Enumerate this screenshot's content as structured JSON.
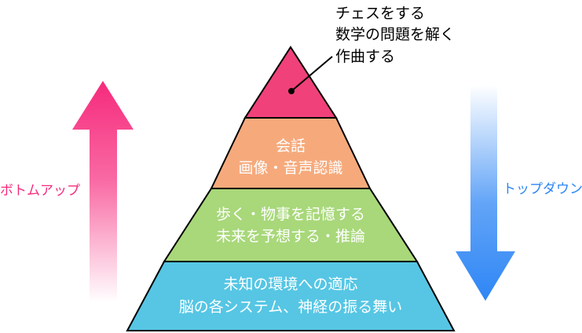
{
  "callout": {
    "lines": [
      "チェスをする",
      "数学の問題を解く",
      "作曲する"
    ]
  },
  "tiers": [
    {
      "lines": [
        "会話",
        "画像・音声認識"
      ],
      "color": "#F6AA7C"
    },
    {
      "lines": [
        "歩く・物事を記憶する",
        "未来を予想する・推論"
      ],
      "color": "#A8D87A"
    },
    {
      "lines": [
        "未知の環境への適応",
        "脳の各システム、神経の振る舞い"
      ],
      "color": "#56C6E4"
    }
  ],
  "apex": {
    "color": "#F0417A"
  },
  "arrows": {
    "bottom_up": {
      "label": "ボトムアップ",
      "color": "#F62A7C"
    },
    "top_down": {
      "label": "トップダウン",
      "color": "#2E86F5"
    }
  }
}
